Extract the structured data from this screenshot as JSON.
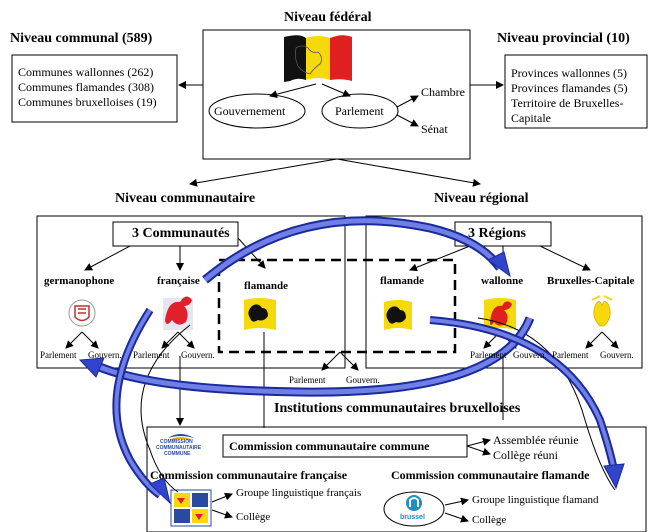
{
  "federal": {
    "title": "Niveau fédéral",
    "gouvernement": "Gouvernement",
    "parlement": "Parlement",
    "chambre": "Chambre",
    "senat": "Sénat"
  },
  "communal": {
    "title": "Niveau communal (589)",
    "items": [
      "Communes wallonnes (262)",
      "Communes flamandes (308)",
      "Communes bruxelloises (19)"
    ]
  },
  "provincial": {
    "title": "Niveau provincial (10)",
    "items": [
      "Provinces  wallonnes (5)",
      "Provinces  flamandes (5)",
      "Territoire de  Bruxelles-",
      "Capitale"
    ]
  },
  "communautaire": {
    "title": "Niveau communautaire",
    "box_title": "3 Communautés",
    "communities": [
      "germanophone",
      "française",
      "flamande"
    ]
  },
  "regional": {
    "title": "Niveau régional",
    "box_title": "3 Régions",
    "regions": [
      "flamande",
      "wallonne",
      "Bruxelles-Capitale"
    ]
  },
  "labels": {
    "parlement": "Parlement",
    "gouvern": "Gouvern."
  },
  "bruxelles": {
    "title": "Institutions communautaires bruxelloises",
    "cocom_logo": [
      "COMMISSION",
      "COMMUNAUTAIRE",
      "COMMUNE"
    ],
    "cocom": "Commission communautaire commune",
    "assemblee": "Assemblée réunie",
    "college_reuni": "Collège réuni",
    "cocof": "Commission communautaire française",
    "vgc": "Commission communautaire flamande",
    "groupe_fr": "Groupe linguistique français",
    "college_fr": "Collège",
    "groupe_nl": "Groupe linguistique flamand",
    "college_nl": "Collège",
    "brussel_logo": "brussel"
  },
  "colors": {
    "flag_black": "#111111",
    "flag_yellow": "#f5d90a",
    "flag_red": "#e02020",
    "blue_arrow": "#3344cc",
    "rooster_red": "#e0202a"
  }
}
